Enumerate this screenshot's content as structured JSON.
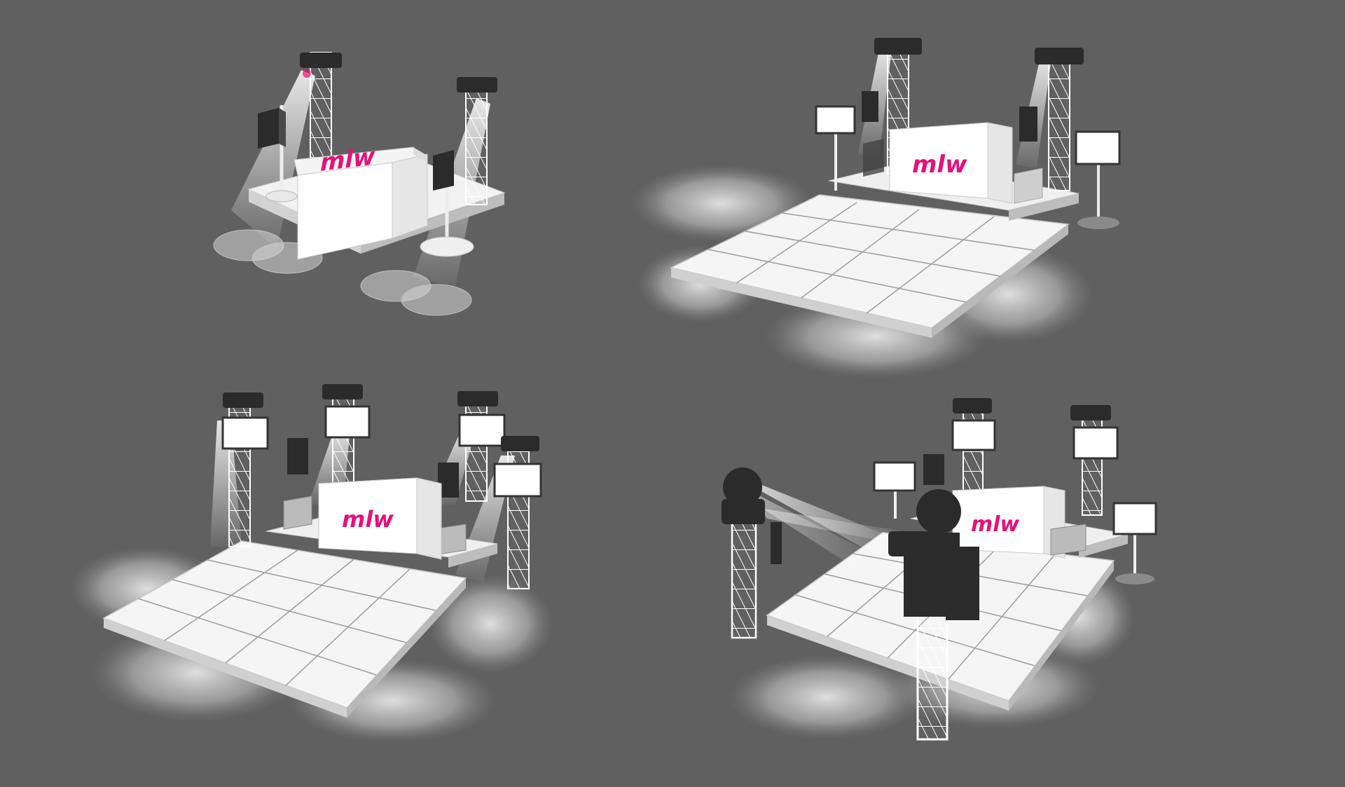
{
  "colors": {
    "background": "#606060",
    "platform": "#f2f2f2",
    "platform_edge": "#d4d4d4",
    "truss": "#ffffff",
    "equipment_dark": "#2b2b2b",
    "brand_magenta": "#e5117b",
    "smoke": "#d9d9d9",
    "light_beam": "#ffffff"
  },
  "logo": {
    "text": "mlw",
    "icon": "mlw-logo-mark"
  },
  "scenes": [
    {
      "name": "booth-only",
      "dance_floor": false,
      "smoke": false,
      "truss_towers": 2,
      "speakers": 2,
      "screens": 0,
      "floor_spots": 4
    },
    {
      "name": "booth-with-dance-floor",
      "dance_floor": true,
      "smoke": true,
      "truss_towers": 2,
      "speakers": 2,
      "screens": 2,
      "floor_tiles": 16
    },
    {
      "name": "booth-with-four-towers",
      "dance_floor": true,
      "smoke": true,
      "truss_towers": 4,
      "speakers": 2,
      "screens": 4,
      "floor_tiles": 16
    },
    {
      "name": "booth-with-foreground-lights",
      "dance_floor": true,
      "smoke": true,
      "truss_towers": 4,
      "speakers": 2,
      "screens": 4,
      "floor_tiles": 16
    }
  ]
}
